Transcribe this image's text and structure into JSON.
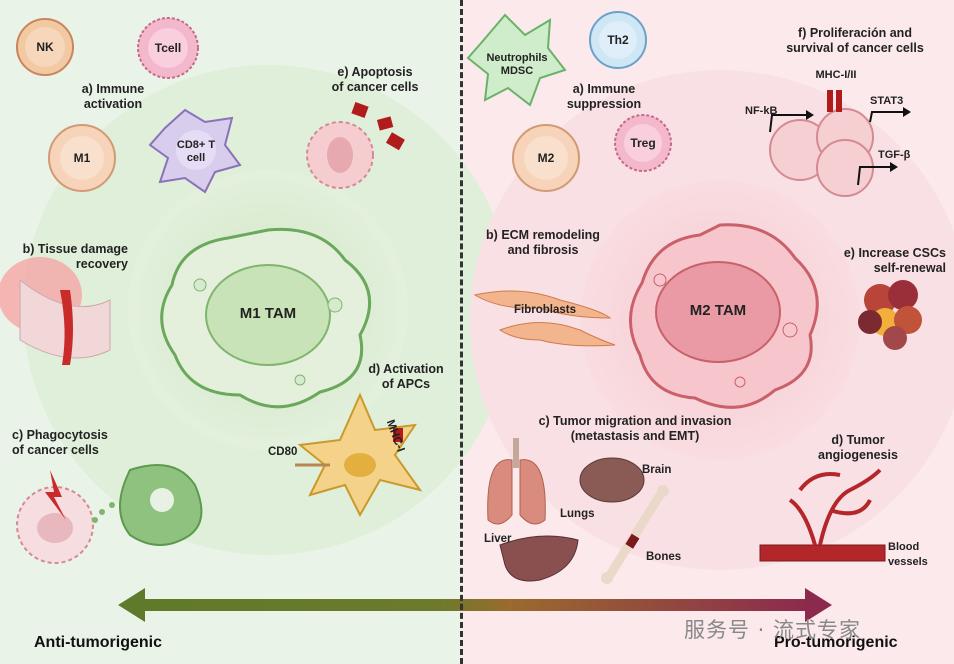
{
  "left": {
    "cells": {
      "nk": "NK",
      "tcell": "Tcell",
      "m1": "M1",
      "cd8": "CD8+ T\ncell",
      "m1_tam": "M1 TAM"
    },
    "labels": {
      "immune_activation": "a) Immune\nactivation",
      "apoptosis": "e) Apoptosis\nof cancer cells",
      "tissue_damage": "b) Tissue damage\nrecovery",
      "activation_apcs": "d) Activation\nof APCs",
      "phagocytosis": "c) Phagocytosis\nof cancer cells",
      "cd80": "CD80",
      "mhc1": "MHC-I"
    },
    "footer": "Anti-tumorigenic"
  },
  "right": {
    "cells": {
      "neutrophils": "Neutrophils\nMDSC",
      "th2": "Th2",
      "m2": "M2",
      "treg": "Treg",
      "m2_tam": "M2 TAM"
    },
    "labels": {
      "immune_suppression": "a) Immune\nsuppression",
      "proliferation": "f) Proliferación and\nsurvival of cancer cells",
      "mhc12": "MHC-I/II",
      "nfkb": "NF-kB",
      "stat3": "STAT3",
      "tgfb": "TGF-β",
      "ecm": "b) ECM remodeling\nand fibrosis",
      "fibroblasts": "Fibroblasts",
      "cscs": "e) Increase CSCs\nself-renewal",
      "migration": "c) Tumor migration and invasion\n(metastasis and EMT)",
      "angiogenesis": "d) Tumor\nangiogenesis",
      "brain": "Brain",
      "lungs": "Lungs",
      "liver": "Liver",
      "bones": "Bones",
      "blood_vessels": "Blood\nvessels"
    },
    "footer": "Pro-tumorigenic"
  },
  "watermark": "服务号 · 流式专家",
  "colors": {
    "left_bg": "#eaf3e8",
    "right_bg": "#fbe9ec",
    "arrow_left": "#5f7a2a",
    "arrow_right": "#8c2a4e",
    "m1_green": "#6aa85c",
    "m2_red": "#c9606a"
  }
}
